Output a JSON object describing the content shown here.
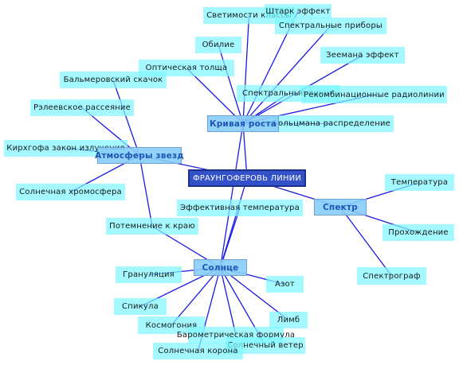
{
  "diagram": {
    "root": {
      "id": "root",
      "label": "ФРАУНГОФЕРОВЬ ЛИНИИ"
    },
    "hubs": [
      {
        "id": "hub_curve",
        "label": "Кривая роста"
      },
      {
        "id": "hub_atm",
        "label": "Атмосферы звезд"
      },
      {
        "id": "hub_spec",
        "label": "Спектр"
      },
      {
        "id": "hub_sun",
        "label": "Солнце"
      }
    ],
    "leaves": [
      {
        "id": "n_svet",
        "label": "Светимости классы"
      },
      {
        "id": "n_shtark",
        "label": "Штарк эффект"
      },
      {
        "id": "n_spribory",
        "label": "Спектральные приборы"
      },
      {
        "id": "n_obilie",
        "label": "Обилие"
      },
      {
        "id": "n_zeeman",
        "label": "Зеемана эффект"
      },
      {
        "id": "n_opt",
        "label": "Оптическая толща"
      },
      {
        "id": "n_balmer",
        "label": "Бальмеровский скачок"
      },
      {
        "id": "n_slinii",
        "label": "Спектральные линии"
      },
      {
        "id": "n_rekomb",
        "label": "Рекомбинационные радиолинии"
      },
      {
        "id": "n_reley",
        "label": "Рэлеевское рассеяние"
      },
      {
        "id": "n_bolc",
        "label": "Больцмана распределение"
      },
      {
        "id": "n_kirh",
        "label": "Кирхгофа закон излучения"
      },
      {
        "id": "n_hromo",
        "label": "Солнечная хромосфера"
      },
      {
        "id": "n_temp",
        "label": "Температура"
      },
      {
        "id": "n_efft",
        "label": "Эффективная температура"
      },
      {
        "id": "n_potem",
        "label": "Потемнение к краю"
      },
      {
        "id": "n_prohozh",
        "label": "Прохождение"
      },
      {
        "id": "n_granul",
        "label": "Грануляция"
      },
      {
        "id": "n_spektrograf",
        "label": "Спектрограф"
      },
      {
        "id": "n_azot",
        "label": "Азот"
      },
      {
        "id": "n_spikula",
        "label": "Спикула"
      },
      {
        "id": "n_kosmog",
        "label": "Космогония"
      },
      {
        "id": "n_limb",
        "label": "Лимб"
      },
      {
        "id": "n_baro",
        "label": "Барометрическая формула"
      },
      {
        "id": "n_sveter",
        "label": "Солнечный ветер"
      },
      {
        "id": "n_korona",
        "label": "Солнечная корона"
      }
    ],
    "edges": [
      [
        "root",
        "hub_curve"
      ],
      [
        "root",
        "hub_atm"
      ],
      [
        "root",
        "hub_spec"
      ],
      [
        "root",
        "hub_sun"
      ],
      [
        "hub_curve",
        "n_svet"
      ],
      [
        "hub_curve",
        "n_shtark"
      ],
      [
        "hub_curve",
        "n_spribory"
      ],
      [
        "hub_curve",
        "n_obilie"
      ],
      [
        "hub_curve",
        "n_zeeman"
      ],
      [
        "hub_curve",
        "n_opt"
      ],
      [
        "hub_curve",
        "n_slinii"
      ],
      [
        "hub_curve",
        "n_rekomb"
      ],
      [
        "hub_curve",
        "n_bolc"
      ],
      [
        "hub_atm",
        "n_balmer"
      ],
      [
        "hub_atm",
        "n_reley"
      ],
      [
        "hub_atm",
        "n_kirh"
      ],
      [
        "hub_atm",
        "n_hromo"
      ],
      [
        "hub_atm",
        "n_potem"
      ],
      [
        "hub_spec",
        "n_temp"
      ],
      [
        "hub_spec",
        "n_prohozh"
      ],
      [
        "hub_spec",
        "n_spektrograf"
      ],
      [
        "hub_sun",
        "n_efft"
      ],
      [
        "hub_sun",
        "n_potem"
      ],
      [
        "hub_sun",
        "n_granul"
      ],
      [
        "hub_sun",
        "n_spikula"
      ],
      [
        "hub_sun",
        "n_kosmog"
      ],
      [
        "hub_sun",
        "n_azot"
      ],
      [
        "hub_sun",
        "n_limb"
      ],
      [
        "hub_sun",
        "n_baro"
      ],
      [
        "hub_sun",
        "n_sveter"
      ],
      [
        "hub_sun",
        "n_korona"
      ],
      [
        "hub_sun",
        "hub_curve"
      ]
    ],
    "colors": {
      "edge": "#1a1ae6",
      "leaf": "#80f7ff",
      "hub": "#87cefa",
      "root": "#3352c9",
      "hub_text": "#1f55b3"
    }
  }
}
